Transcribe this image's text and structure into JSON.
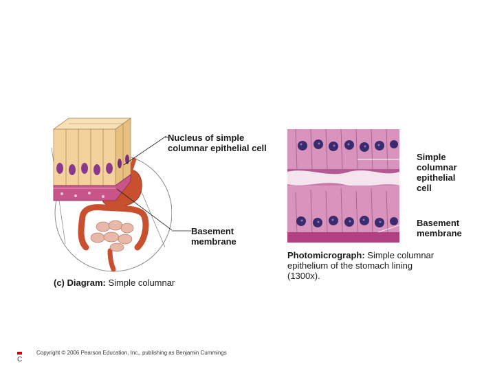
{
  "diagram": {
    "callout_nucleus": [
      "Nucleus of simple",
      "columnar epithelial cell"
    ],
    "callout_basement": [
      "Basement",
      "membrane"
    ],
    "caption_prefix": "(c) Diagram:",
    "caption_text": "Simple columnar"
  },
  "micrograph": {
    "callout_cell": [
      "Simple",
      "columnar",
      "epithelial",
      "cell"
    ],
    "callout_basement": [
      "Basement",
      "membrane"
    ],
    "caption_prefix": "Photomicrograph:",
    "caption_lines": [
      "Simple columnar",
      "epithelium of the stomach lining",
      "(1300x)."
    ]
  },
  "footer": {
    "copyright": "Copyright © 2006 Pearson Education, Inc., publishing as Benjamin Cummings",
    "slide_tag": "C"
  },
  "colors": {
    "cell_fill": "#f4d29b",
    "nucleus": "#8a3a8a",
    "basement": "#c7558a",
    "organ_red": "#c9502e",
    "intestine_pink": "#e8b8a8",
    "micro_bg": "#c77aab",
    "micro_nucleus": "#3b2a6e",
    "accent_red": "#cc0000"
  }
}
